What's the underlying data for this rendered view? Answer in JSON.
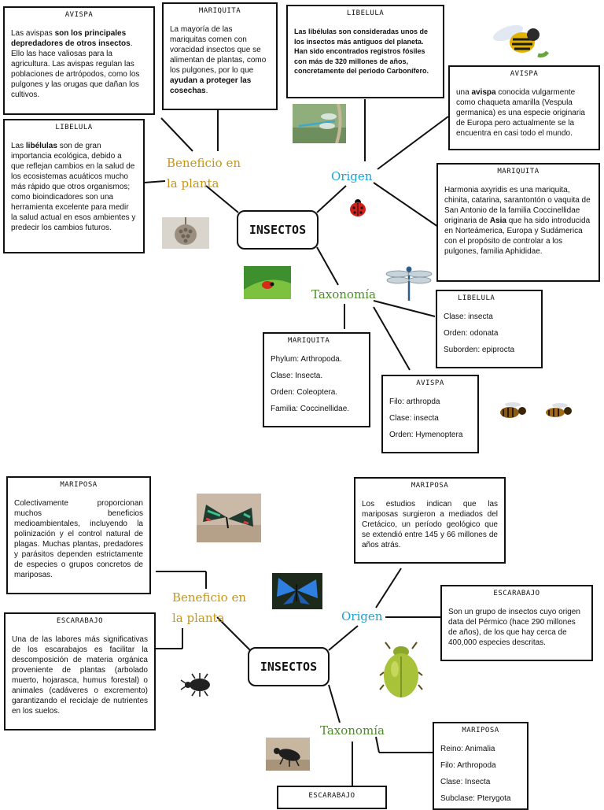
{
  "colors": {
    "beneficio": "#c89516",
    "origen": "#1aa3d6",
    "taxonomia": "#4e8b2b"
  },
  "map1": {
    "center": "INSECTOS",
    "branches": {
      "beneficio": "Beneficio en la planta",
      "origen": "Origen",
      "taxonomia": "Taxonomía"
    },
    "beneficio_avispa": {
      "title": "AVISPA",
      "pre": "Las avispas ",
      "bold": "son los principales depredadores de otros insectos",
      "post": ". Ello las hace valiosas para la agricultura. Las avispas regulan las poblaciones de artrópodos, como los pulgones y las orugas que dañan los cultivos."
    },
    "beneficio_mariquita": {
      "title": "MARIQUITA",
      "pre": "La mayoría de las mariquitas comen con voracidad insectos que se alimentan de plantas, como los pulgones, por lo que ",
      "bold": "ayudan a proteger las cosechas",
      "post": "."
    },
    "beneficio_libelula": {
      "title": "LIBELULA",
      "pre": "Las ",
      "bold": "libélulas",
      "post": " son de gran importancia ecológica, debido a que reflejan cambios en la salud de los ecosistemas acuáticos mucho más rápido que otros organismos; como bioindicadores son una herramienta excelente para medir la salud actual en esos ambientes y predecir los cambios futuros."
    },
    "origen_libelula": {
      "title": "LIBELULA",
      "text": "Las libélulas son consideradas unos de los insectos más antiguos del planeta. Han sido encontrados registros fósiles con más de 320 millones de años, concretamente del periodo Carbonífero."
    },
    "origen_avispa": {
      "title": "AVISPA",
      "pre": "una ",
      "bold": "avispa",
      "post": " conocida vulgarmente como chaqueta amarilla (Vespula germanica) es una especie originaria de Europa pero actualmente se la encuentra en casi todo el mundo."
    },
    "origen_mariquita": {
      "title": "MARIQUITA",
      "pre": "Harmonia axyridis es una mariquita, chinita, catarina, sarantontón o vaquita de San Antonio de la familia Coccinellidae originaria de ",
      "bold": "Asia",
      "post": " que ha sido introducida en Norteámerica, Europa y Sudámerica con el propósito de controlar a los pulgones, familia Aphididae."
    },
    "tax_libelula": {
      "title": "LIBELULA",
      "items": [
        "Clase: insecta",
        "Orden: odonata",
        "Suborden: epiprocta"
      ]
    },
    "tax_mariquita": {
      "title": "MARIQUITA",
      "items": [
        "Phylum: Arthropoda.",
        "Clase: Insecta.",
        "Orden: Coleoptera.",
        "Familia: Coccinellidae."
      ]
    },
    "tax_avispa": {
      "title": "AVISPA",
      "items": [
        "Filo: arthropda",
        "Clase: insecta",
        "Orden: Hymenoptera"
      ]
    }
  },
  "map2": {
    "center": "INSECTOS",
    "branches": {
      "beneficio": "Beneficio en la planta",
      "origen": "Origen",
      "taxonomia": "Taxonomía"
    },
    "beneficio_mariposa": {
      "title": "MARIPOSA",
      "text": "Colectivamente proporcionan muchos beneficios medioambientales, incluyendo la polinización y el control natural de plagas. Muchas plantas, predadores y parásitos dependen estrictamente de especies o grupos concretos de mariposas."
    },
    "beneficio_escarabajo": {
      "title": "ESCARABAJO",
      "text": "Una de las labores más significativas de los escarabajos es facilitar la descomposición de materia orgánica proveniente de plantas (arbolado muerto, hojarasca, humus forestal) o animales (cadáveres o excremento) garantizando el reciclaje de nutrientes en los suelos."
    },
    "origen_mariposa": {
      "title": "MARIPOSA",
      "text": "Los estudios indican que las mariposas surgieron a mediados del Cretácico, un período geológico que se extendió entre 145 y 66 millones de años atrás."
    },
    "origen_escarabajo": {
      "title": "ESCARABAJO",
      "text": "Son un grupo de insectos cuyo origen data del Pérmico (hace 290 millones de años), de los que hay cerca de 400,000 especies descritas."
    },
    "tax_mariposa": {
      "title": "MARIPOSA",
      "items": [
        "Reino: Animalia",
        "Filo: Arthropoda",
        "Clase: Insecta",
        "Subclase: Pterygota"
      ]
    },
    "tax_escarabajo": {
      "title": "ESCARABAJO"
    }
  }
}
